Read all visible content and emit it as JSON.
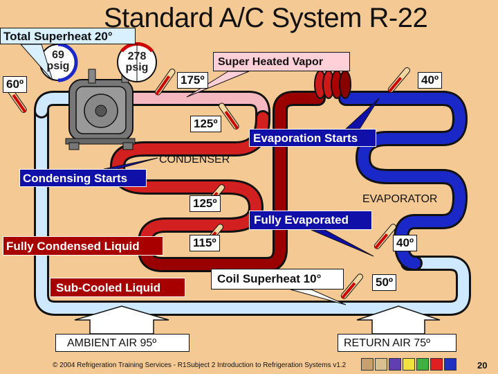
{
  "title": "Standard A/C System R-22",
  "callouts": {
    "total_superheat": "Total Superheat 20°",
    "super_heated_vapor": "Super Heated Vapor",
    "evaporation_starts": "Evaporation Starts",
    "condensing_starts": "Condensing Starts",
    "fully_evaporated": "Fully Evaporated",
    "fully_condensed_liquid": "Fully Condensed Liquid",
    "sub_cooled_liquid": "Sub-Cooled Liquid",
    "coil_superheat": "Coil Superheat 10°",
    "ambient_air": "AMBIENT AIR 95º",
    "return_air": "RETURN AIR 75º"
  },
  "labels": {
    "condenser": "CONDENSER",
    "evaporator": "EVAPORATOR"
  },
  "gauges": {
    "low": {
      "value": "69",
      "unit": "psig"
    },
    "high": {
      "value": "278",
      "unit": "psig"
    }
  },
  "temperatures": {
    "suction_line": "60º",
    "discharge": "175º",
    "evap_inlet": "40º",
    "condenser_mid": "125º",
    "condenser_low": "125º",
    "liquid": "115º",
    "evap_mid": "40º",
    "evap_outlet": "50º"
  },
  "footer": {
    "copyright": "© 2004 Refrigeration Training Services - R1Subject 2 Introduction to Refrigeration Systems v1.2",
    "page": "20"
  },
  "colors": {
    "background": "#F4C994",
    "hot_pipe": "#CC1A1A",
    "cool_pipe": "#1A24C8",
    "suction_pipe": "#C8E6FF",
    "liquid_pipe": "#A00000"
  },
  "nav_icons": [
    "home-icon",
    "document-icon",
    "return-icon",
    "previous-icon",
    "next-icon",
    "last-icon",
    "close-icon"
  ]
}
